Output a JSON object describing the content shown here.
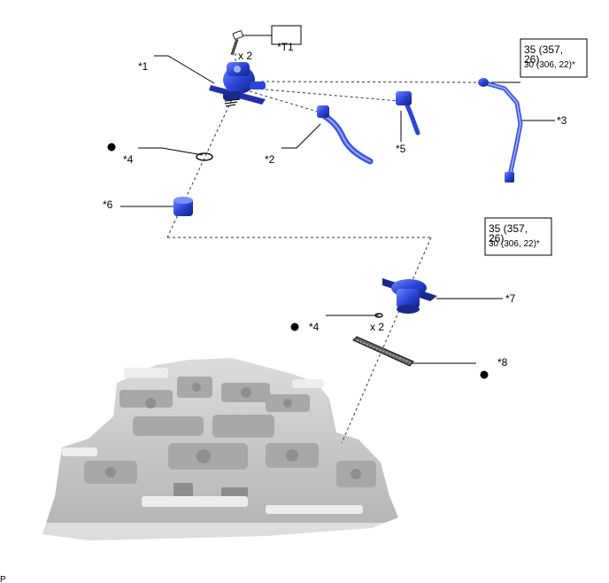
{
  "callouts": {
    "c1": "*1",
    "c2": "*2",
    "c3": "*3",
    "c4a": "*4",
    "c4b": "*4",
    "c5": "*5",
    "c6": "*6",
    "c7": "*7",
    "c8": "*8",
    "t1": "*T1"
  },
  "quantities": {
    "bolt_qty": "x 2",
    "gasket_qty": "x 2"
  },
  "torque": {
    "upper": {
      "line1": "35 (357,",
      "line2": "26)",
      "line3": "30 (306, 22)*"
    },
    "lower": {
      "line1": "35 (357,",
      "line2": "26)",
      "line3": "30 (306, 22)*"
    }
  },
  "footer": {
    "code": "P"
  },
  "colors": {
    "part_blue": "#2a45d8",
    "part_dark": "#1a2a8a",
    "engine_grey": "#c9c9c9"
  }
}
